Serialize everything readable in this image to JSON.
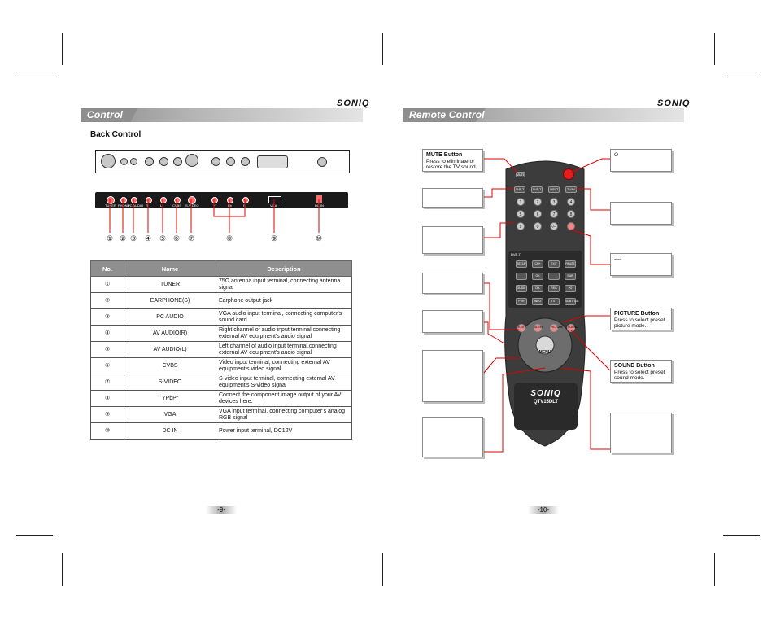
{
  "left_page": {
    "header_title": "Control",
    "brand": "SONIQ",
    "section_title": "Back Control",
    "panel_labels": [
      "TUNER",
      "PHONE",
      "PC AUDIO",
      "R",
      "L",
      "CVBS",
      "S-VIDEO",
      "Y",
      "Pb",
      "Pr",
      "VGA",
      "DC IN"
    ],
    "callout_numbers": [
      "①",
      "②",
      "③",
      "④",
      "⑤",
      "⑥",
      "⑦",
      "⑧",
      "⑨",
      "⑩"
    ],
    "table": {
      "headers": [
        "No.",
        "Name",
        "Description"
      ],
      "rows": [
        {
          "no": "①",
          "name": "TUNER",
          "desc": "75Ω antenna input terminal, connecting antenna signal"
        },
        {
          "no": "②",
          "name": "EARPHONE(S)",
          "desc": "Earphone output jack"
        },
        {
          "no": "③",
          "name": "PC AUDIO",
          "desc": "VGA audio input terminal, connecting computer's sound card"
        },
        {
          "no": "④",
          "name": "AV AUDIO(R)",
          "desc": "Right channel of audio input terminal,connecting external AV equipment's audio signal"
        },
        {
          "no": "⑤",
          "name": "AV AUDIO(L)",
          "desc": "Left channel of audio input terminal,connecting external AV equipment's audio signal"
        },
        {
          "no": "⑥",
          "name": "CVBS",
          "desc": "Video input terminal, connecting external AV equipment's video signal"
        },
        {
          "no": "⑦",
          "name": "S-VIDEO",
          "desc": "S-video input terminal, connecting external AV equipment's S-video signal"
        },
        {
          "no": "⑧",
          "name": "YPbPr",
          "desc": "Connect the component image output of your AV devices here."
        },
        {
          "no": "⑨",
          "name": "VGA",
          "desc": "VGA input terminal, connecting computer's analog RGB signal"
        },
        {
          "no": "⑩",
          "name": "DC IN",
          "desc": "Power input terminal, DC12V"
        }
      ]
    },
    "page_number": "-9-"
  },
  "right_page": {
    "header_title": "Remote Control",
    "brand": "SONIQ",
    "callouts": {
      "mute_title": "MUTE Button",
      "mute_text": "Press to eliminate or restore the TV sound.",
      "power_text": "O",
      "dash_text": "-/--",
      "picture_title": "PICTURE Button",
      "picture_text": "Press to select preset picture mode.",
      "sound_title": "SOUND Button",
      "sound_text": "Press to select preset sound mode."
    },
    "remote": {
      "top_buttons": [
        "MUTE",
        "",
        ""
      ],
      "source_buttons": [
        "DVB-T",
        "DVB-T",
        "INPUT",
        "TV/AV"
      ],
      "digits": [
        "1",
        "2",
        "3",
        "4",
        "5",
        "6",
        "7",
        "8",
        "9",
        "0",
        "-/--",
        ""
      ],
      "dvb_label": "DVB-T",
      "dvb_buttons": [
        "SETUP",
        "CH+",
        "EXIT",
        "PAUSE",
        "",
        "OK",
        "",
        "SUB",
        "GUIDE",
        "CH-",
        "REC",
        "I/O",
        "PVR",
        "INFO",
        "TXT",
        "SUBTITLE"
      ],
      "mid_buttons": [
        "EXIT",
        "SLEEP",
        "PICTURE",
        "SOUND"
      ],
      "menu_label": "MENU",
      "brand": "SONIQ",
      "model": "QTV15DLT"
    },
    "page_number": "-10-"
  }
}
